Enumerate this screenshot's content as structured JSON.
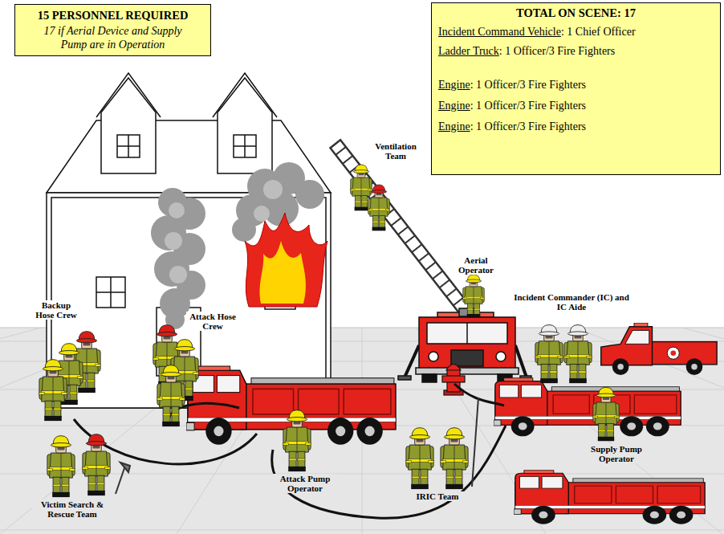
{
  "diagram": {
    "nodes": [
      {
        "text": [
          "15 PERSONNEL REQUIRED",
          "17 if Aerial Device and Supply Pump are in Operation"
        ]
      },
      {
        "text": [
          "TOTAL ON SCENE: 17",
          "Incident Command Vehicle: 1 Chief Officer",
          "Ladder Truck: 1 Officer/3 Fire Fighters",
          "Engine: 1 Officer/3 Fire Fighters",
          "Engine: 1 Officer/3 Fire Fighters",
          "Engine: 1 Officer/3 Fire Fighters"
        ]
      }
    ],
    "labels": [
      "Ventilation Team",
      "Aerial Operator",
      "Backup Hose Crew",
      "Attack Hose Crew",
      "Incident Commander (IC) and IC Aide",
      "Supply Pump Operator",
      "Attack Pump Operator",
      "IRIC Team",
      "Victim Search & Rescue Team"
    ]
  }
}
